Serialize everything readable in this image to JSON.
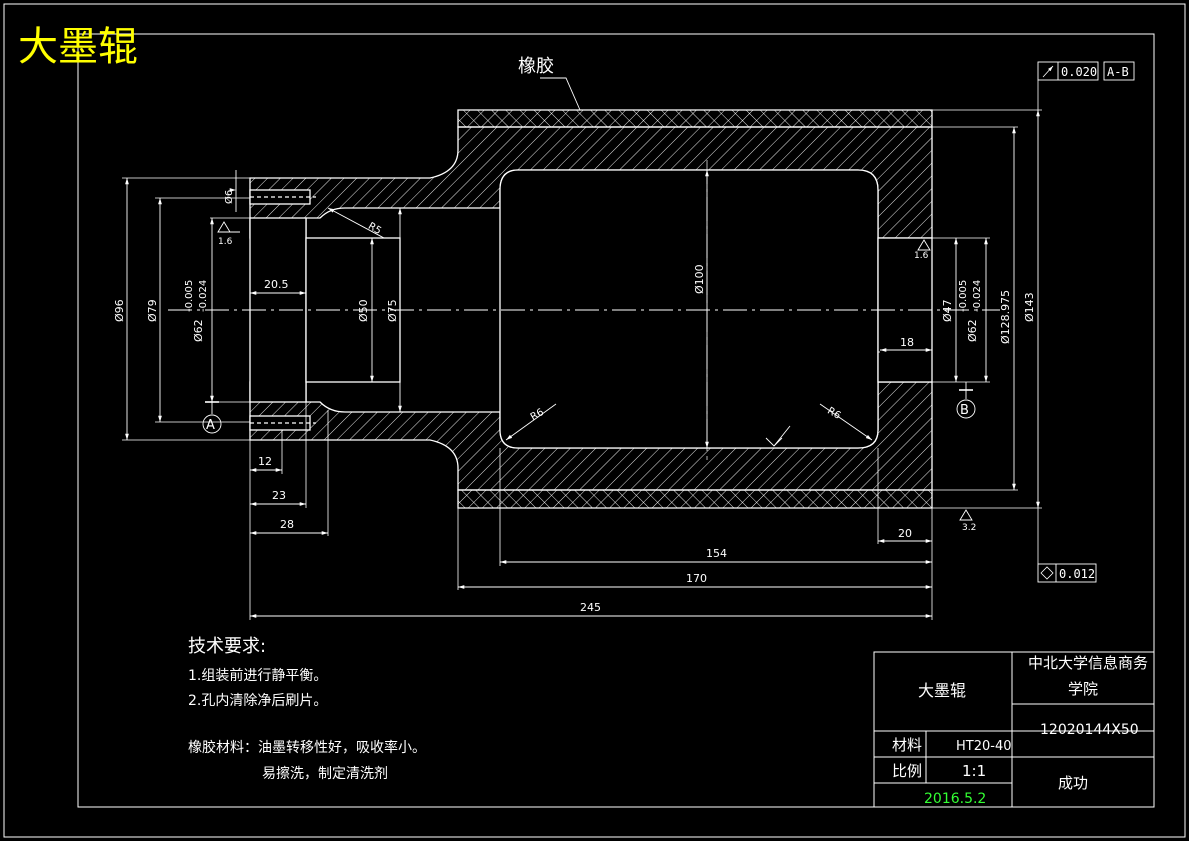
{
  "title": "大墨辊",
  "labels": {
    "rubber": "橡胶",
    "runout_top": "0.020",
    "datum_ab": "A-B",
    "runout_bottom": "0.012",
    "datum_a": "A",
    "datum_b": "B",
    "rough_1": "1.6",
    "rough_2": "1.6",
    "rough_3": "3.2",
    "r_left_top": "R5",
    "r_left_bottom": "R6",
    "r_right_bottom": "R6"
  },
  "dims": {
    "d96": "Ø96",
    "d79": "Ø79",
    "d62_left": "Ø62",
    "tol_left_upper": "-0.005",
    "tol_left_lower": "-0.024",
    "d6": "Ø6",
    "d50": "Ø50",
    "d75": "Ø75",
    "d100": "Ø100",
    "d47": "Ø47",
    "d62_right": "Ø62",
    "tol_right_upper": "-0.005",
    "tol_right_lower": "-0.024",
    "d128": "Ø128.975",
    "d143": "Ø143",
    "l20_5": "20.5",
    "l12": "12",
    "l23": "23",
    "l28": "28",
    "l18": "18",
    "l20": "20",
    "l154": "154",
    "l170": "170",
    "l245": "245"
  },
  "notes": {
    "heading": "技术要求:",
    "line1": "1.组装前进行静平衡。",
    "line2": "2.孔内清除净后刷片。",
    "line3": "橡胶材料：油墨转移性好，吸收率小。",
    "line4": "易擦洗，制定清洗剂"
  },
  "title_block": {
    "part_name": "大墨辊",
    "school_line1": "中北大学信息商务",
    "school_line2": "学院",
    "drawing_no": "12020144X50",
    "material_label": "材料",
    "material_value": "HT20-40",
    "scale_label": "比例",
    "scale_value": "1:1",
    "date": "2016.5.2",
    "designer": "成功"
  },
  "colors": {
    "background": "#000000",
    "lines": "#ffffff",
    "title_text": "#ffff00",
    "date_text": "#33ff33"
  }
}
